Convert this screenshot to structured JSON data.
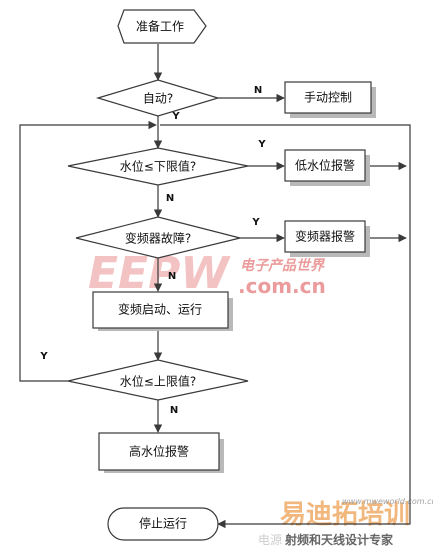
{
  "nodes": {
    "start": "准备工作",
    "auto": "自动?",
    "manual": "手动控制",
    "low_check": "水位≤下限值?",
    "low_alarm": "低水位报警",
    "vfd_fault": "变频器故障?",
    "vfd_alarm": "变频器报警",
    "vfd_run": "变频启动、运行",
    "high_check": "水位≤上限值?",
    "high_alarm": "高水位报警",
    "stop": "停止运行"
  },
  "branch_labels": {
    "auto_no": "N",
    "auto_yes": "Y",
    "low_yes": "Y",
    "low_no": "N",
    "vfd_yes": "Y",
    "vfd_no": "N",
    "high_yes": "Y",
    "high_no": "N"
  },
  "watermarks": {
    "eepw_logo": "EEPW",
    "eepw_cn": "电子产品世界",
    "eepw_url": ".com.cn",
    "site_logo": "易迪拓培训",
    "site_sub": "射频和天线设计专家",
    "site_url": "www.mweworld.com.cn",
    "source_prefix": "电源"
  },
  "colors": {
    "line": "#3a3a3a",
    "shadow": "#b9b9b9",
    "watermark_red": "#e88a8a",
    "watermark_pink": "#f2b8b8",
    "watermark_orange": "#f0b070"
  }
}
